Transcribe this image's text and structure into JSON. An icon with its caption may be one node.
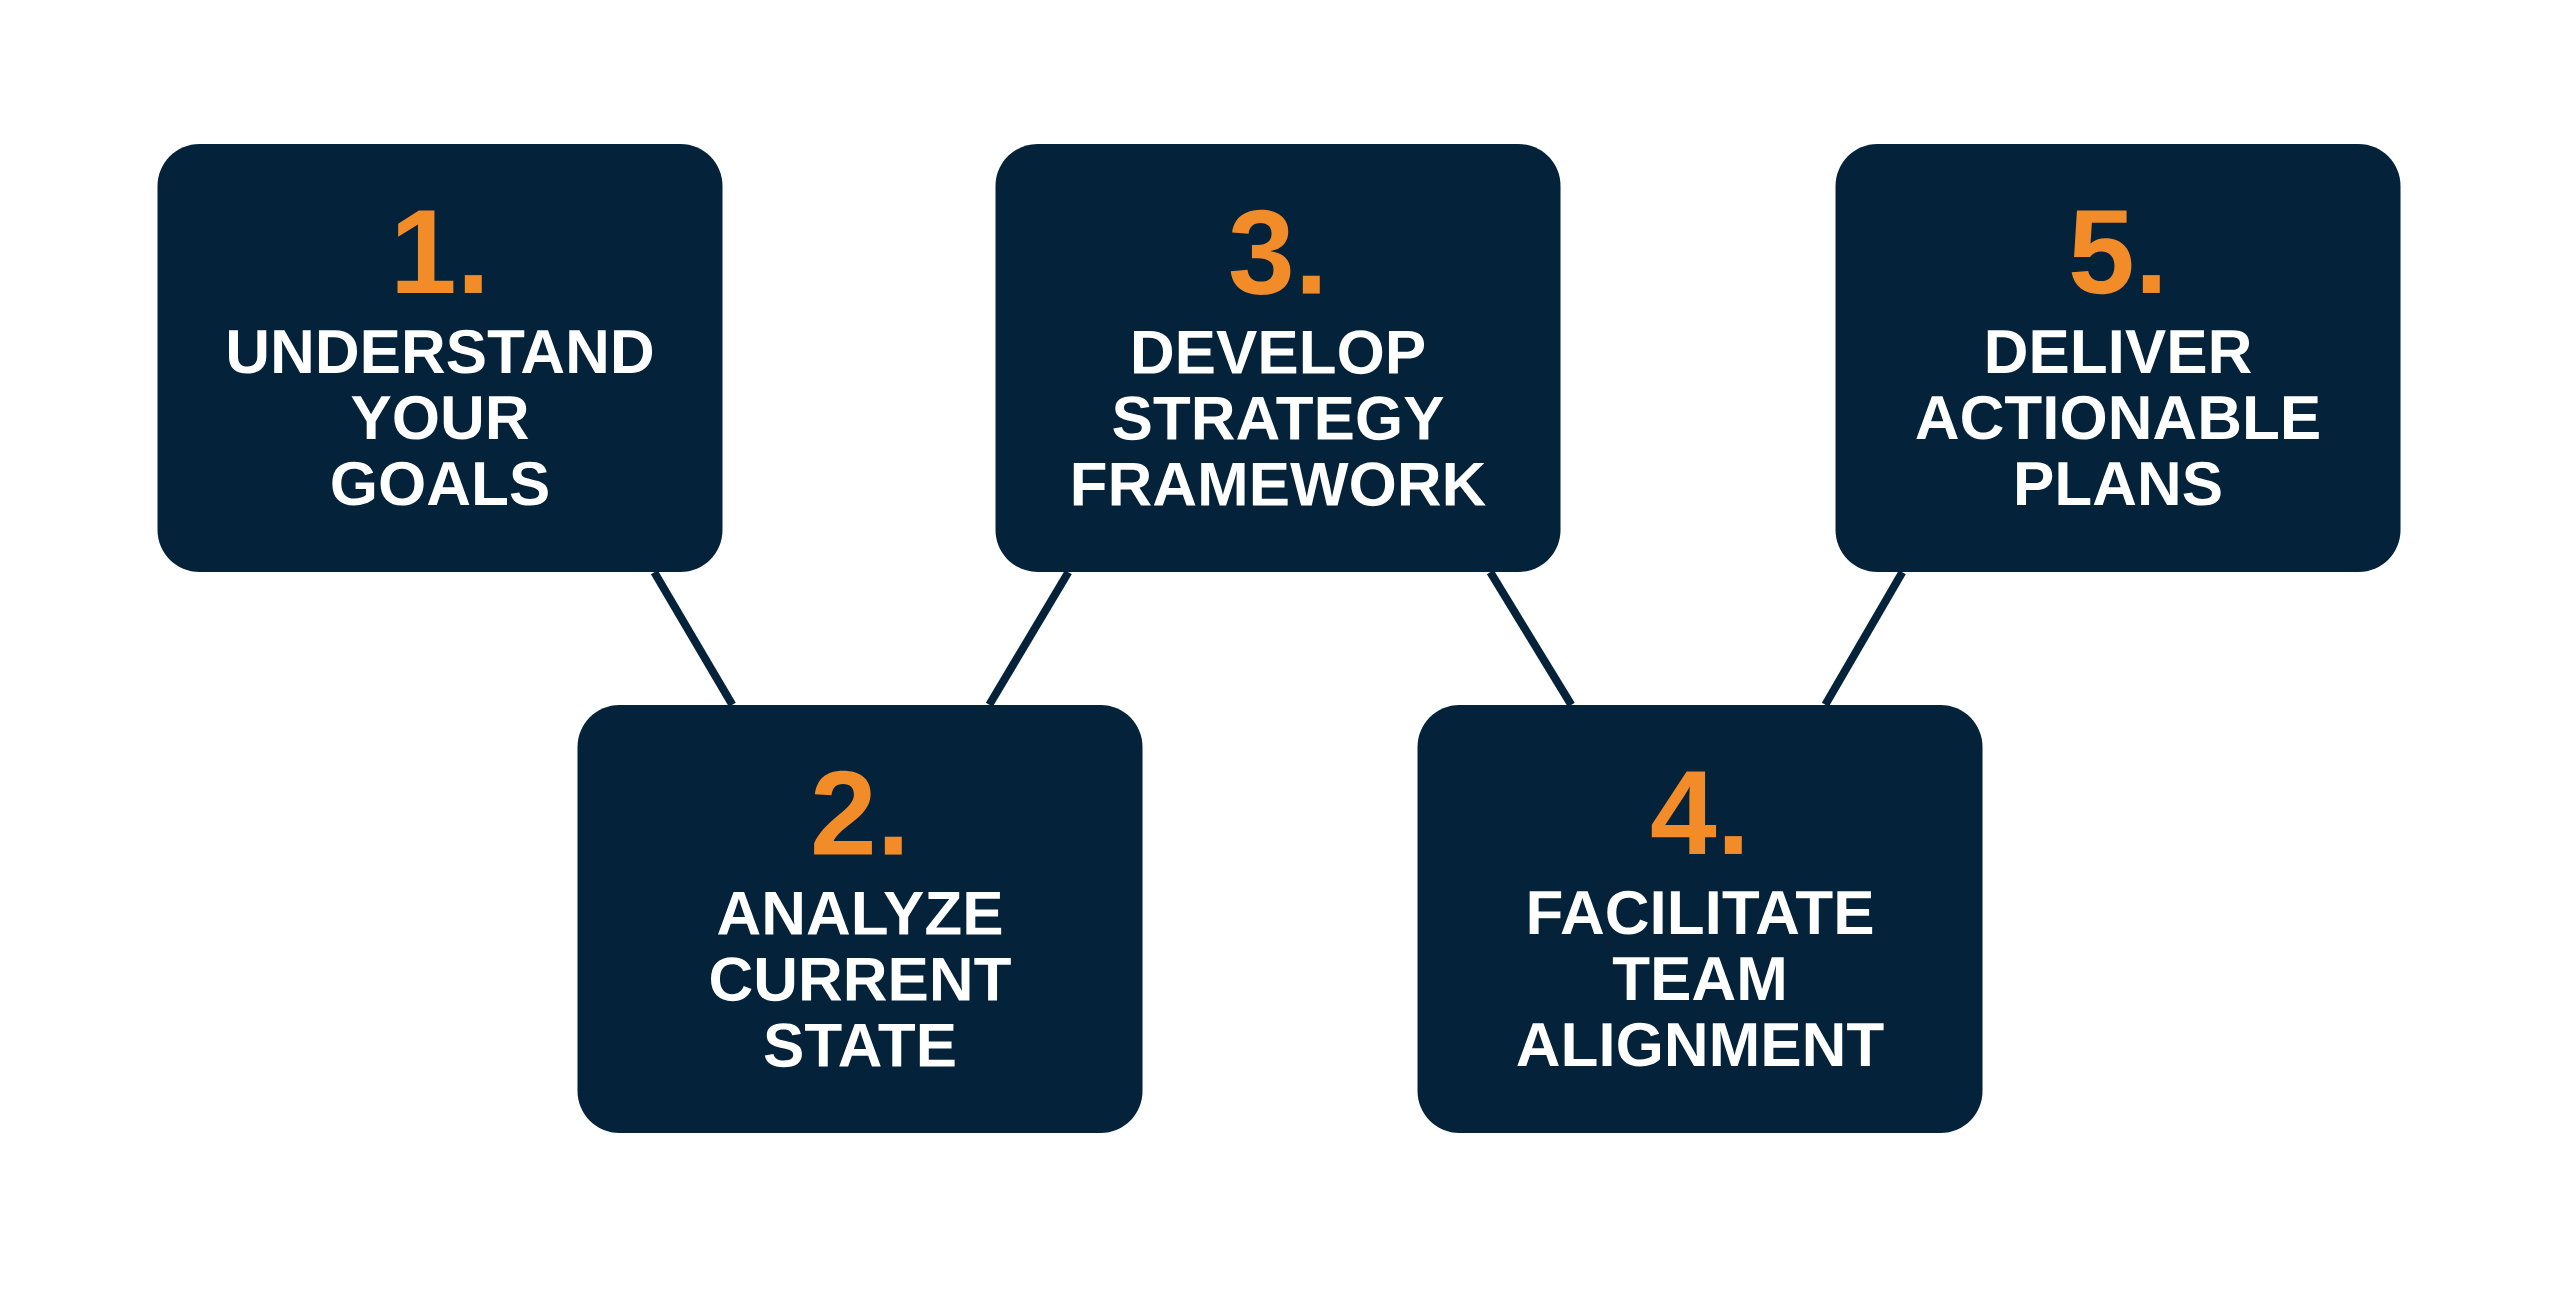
{
  "diagram": {
    "nodes": [
      {
        "text": [
          "1.",
          "UNDERSTAND YOUR GOALS"
        ]
      },
      {
        "text": [
          "2.",
          "ANALYZE CURRENT STATE"
        ]
      },
      {
        "text": [
          "3.",
          "DEVELOP STRATEGY FRAMEWORK"
        ]
      },
      {
        "text": [
          "4.",
          "FACILITATE TEAM ALIGNMENT"
        ]
      },
      {
        "text": [
          "5.",
          "DELIVER ACTIONABLE PLANS"
        ]
      }
    ],
    "edges": [
      {
        "from": 0,
        "to": 1,
        "arrow": "none"
      },
      {
        "from": 1,
        "to": 2,
        "arrow": "none"
      },
      {
        "from": 2,
        "to": 3,
        "arrow": "none"
      },
      {
        "from": 3,
        "to": 4,
        "arrow": "none"
      }
    ]
  }
}
